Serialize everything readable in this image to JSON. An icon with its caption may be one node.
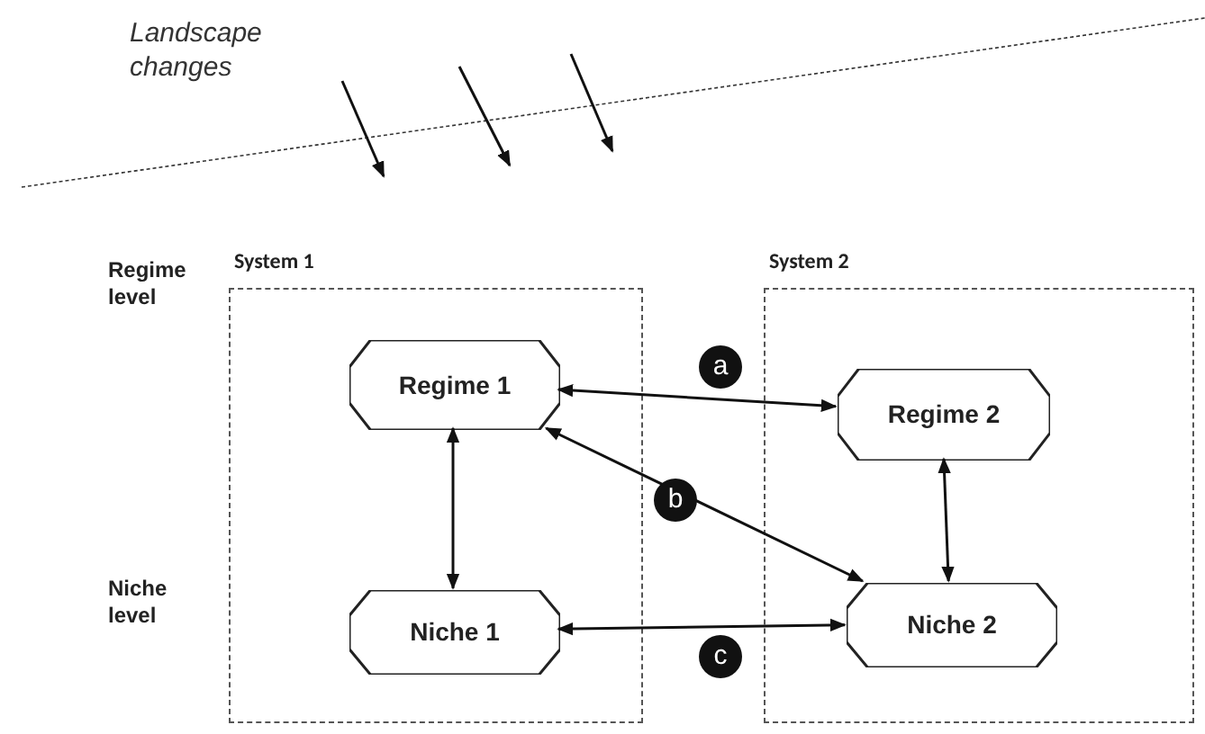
{
  "diagram": {
    "nodes": [
      {
        "text": [
          "System 1"
        ]
      },
      {
        "text": [
          "System 2"
        ]
      },
      {
        "text": [
          "Regime 1"
        ],
        "in": 0
      },
      {
        "text": [
          "Niche 1"
        ],
        "in": 0
      },
      {
        "text": [
          "Regime 2"
        ],
        "in": 1
      },
      {
        "text": [
          "Niche 2"
        ],
        "in": 1
      }
    ],
    "edges": [
      {
        "from": 2,
        "to": 4,
        "arrow": "both",
        "label": "a"
      },
      {
        "from": 2,
        "to": 5,
        "arrow": "both",
        "label": "b"
      },
      {
        "from": 3,
        "to": 5,
        "arrow": "both",
        "label": "c"
      },
      {
        "from": 2,
        "to": 3,
        "arrow": "both"
      },
      {
        "from": 4,
        "to": 5,
        "arrow": "both"
      }
    ],
    "labels": [
      "Landscape changes",
      "Regime level",
      "Niche level"
    ]
  }
}
